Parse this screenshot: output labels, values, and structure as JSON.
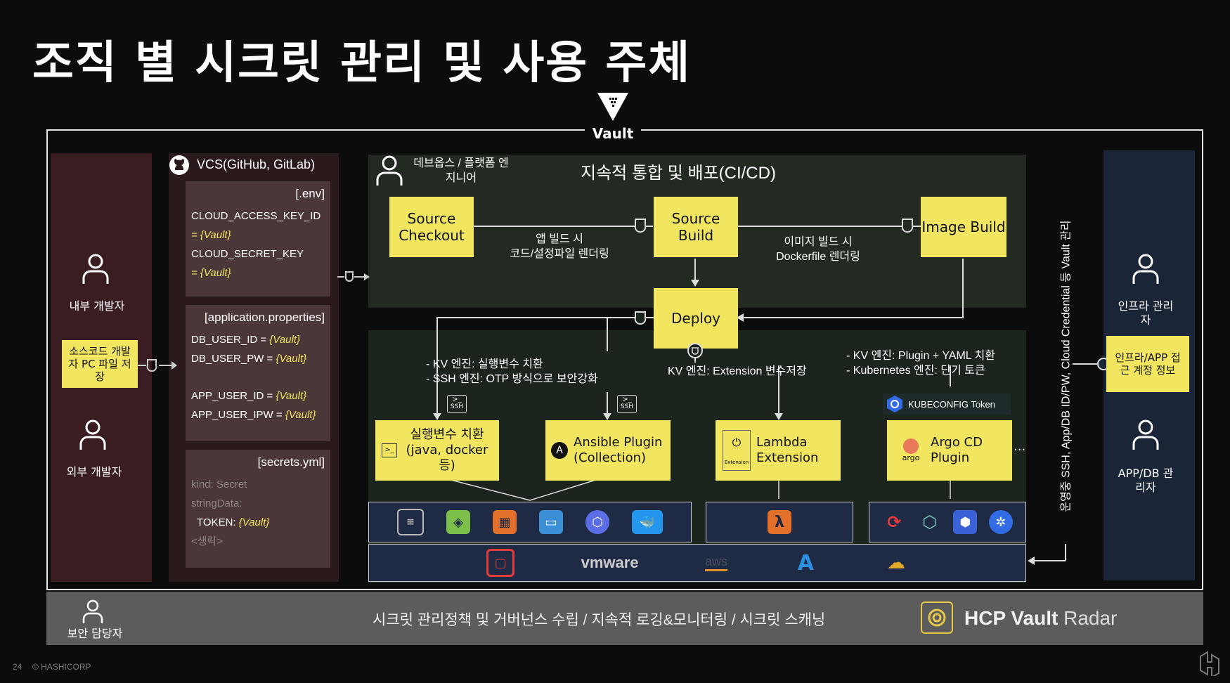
{
  "slide": {
    "title": "조직 별 시크릿 관리 및 사용 주체",
    "page_number": "24",
    "copyright": "© HASHICORP"
  },
  "vault": {
    "label": "Vault"
  },
  "left": {
    "internal_dev": "내부 개발자",
    "external_dev": "외부 개발자",
    "source_box": "소스코드 개발자 PC 파일 저장"
  },
  "vcs": {
    "title": "VCS(GitHub, GitLab)",
    "env": {
      "header": "[.env]",
      "k1": "CLOUD_ACCESS_KEY_ID",
      "v1": "= {Vault}",
      "k2": "CLOUD_SECRET_KEY",
      "v2": "= {Vault}"
    },
    "props": {
      "header": "[application.properties]",
      "l1k": "DB_USER_ID = ",
      "l1v": "{Vault}",
      "l2k": "DB_USER_PW = ",
      "l2v": "{Vault}",
      "l3k": "APP_USER_ID = ",
      "l3v": "{Vault}",
      "l4k": "APP_USER_IPW = ",
      "l4v": "{Vault}"
    },
    "secrets": {
      "header": "[secrets.yml]",
      "l1": "kind: Secret",
      "l2": "stringData:",
      "l3k": "TOKEN: ",
      "l3v": "{Vault}",
      "l4": "<생략>"
    }
  },
  "ci": {
    "devops": "데브옵스 / 플랫폼 엔지니어",
    "title": "지속적 통합 및 배포(CI/CD)",
    "source_checkout": "Source Checkout",
    "source_build": "Source Build",
    "image_build": "Image Build",
    "deploy": "Deploy",
    "app_build_note_1": "앱 빌드 시",
    "app_build_note_2": "코드/설정파일 렌더링",
    "image_build_note_1": "이미지 빌드 시",
    "image_build_note_2": "Dockerfile 렌더링"
  },
  "cd": {
    "note_left_1": "- KV 엔진: 실행변수 치환",
    "note_left_2": "- SSH 엔진: OTP 방식으로 보안강화",
    "note_mid": "KV 엔진: Extension 변수저장",
    "note_right_1": "- KV 엔진: Plugin + YAML 치환",
    "note_right_2": "- Kubernetes 엔진: 단기 토큰",
    "kubeconfig": "KUBECONFIG Token",
    "box_exec": "실행변수 치환 (java, docker 등)",
    "box_ansible": "Ansible Plugin (Collection)",
    "box_lambda": "Lambda Extension",
    "box_argo": "Argo CD Plugin",
    "lambda_small": "Extension",
    "argo_small": "argo",
    "ellipsis": "···",
    "ssh1": "SSH",
    "ssh2": "SSH"
  },
  "platforms": {
    "vmware": "vmware",
    "aws": "aws"
  },
  "right": {
    "vertical_note": "운영중 SSH, App/DB ID/PW, Cloud Credential 등 Vault 관리",
    "infra_admin": "인프라 관리자",
    "infra_box": "인프라/APP 접근 계정 정보",
    "appdb_admin": "APP/DB 관리자"
  },
  "bottom": {
    "security": "보안 담당자",
    "policy": "시크릿 관리정책 및 거버넌스 수립 / 지속적 로깅&모니터링 / 시크릿 스캐닝",
    "radar_brand": "HCP Vault",
    "radar_word": " Radar"
  },
  "colors": {
    "yellow": "#f2e660",
    "dev_panel": "#3a1d21",
    "ci_panel": "#232a22",
    "infra_panel": "#1b2538",
    "icon_row": "#1f2a44"
  }
}
